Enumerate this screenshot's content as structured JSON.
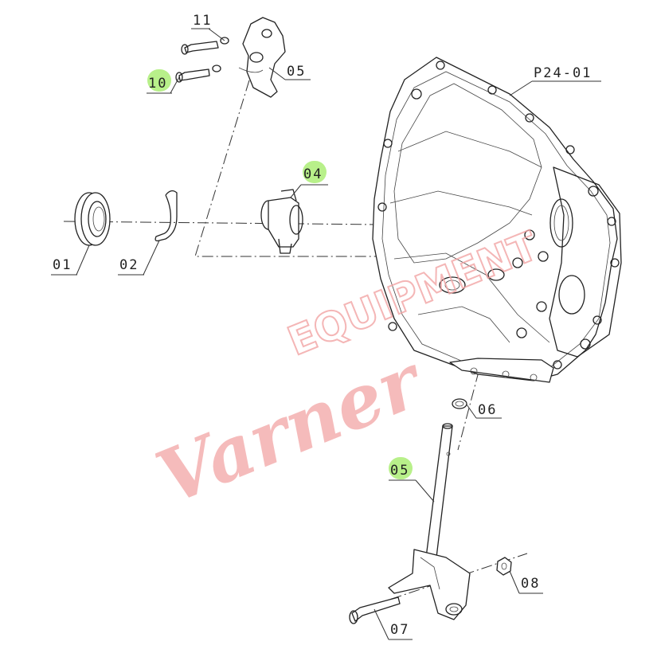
{
  "diagram": {
    "group_label": "P24-01",
    "callouts": [
      {
        "id": "c11",
        "text": "11",
        "highlight": false
      },
      {
        "id": "c10",
        "text": "10",
        "highlight": true
      },
      {
        "id": "c05a",
        "text": "05",
        "highlight": false
      },
      {
        "id": "c04",
        "text": "04",
        "highlight": true
      },
      {
        "id": "c01",
        "text": "01",
        "highlight": false
      },
      {
        "id": "c02",
        "text": "02",
        "highlight": false
      },
      {
        "id": "c06",
        "text": "06",
        "highlight": false
      },
      {
        "id": "c05b",
        "text": "05",
        "highlight": true
      },
      {
        "id": "c08",
        "text": "08",
        "highlight": false
      },
      {
        "id": "c07",
        "text": "07",
        "highlight": false
      }
    ],
    "highlight_color": "#b8f08a"
  },
  "watermark": {
    "script": "Varner",
    "block": "EQUIPMENT",
    "color": "#f2a5a5"
  }
}
